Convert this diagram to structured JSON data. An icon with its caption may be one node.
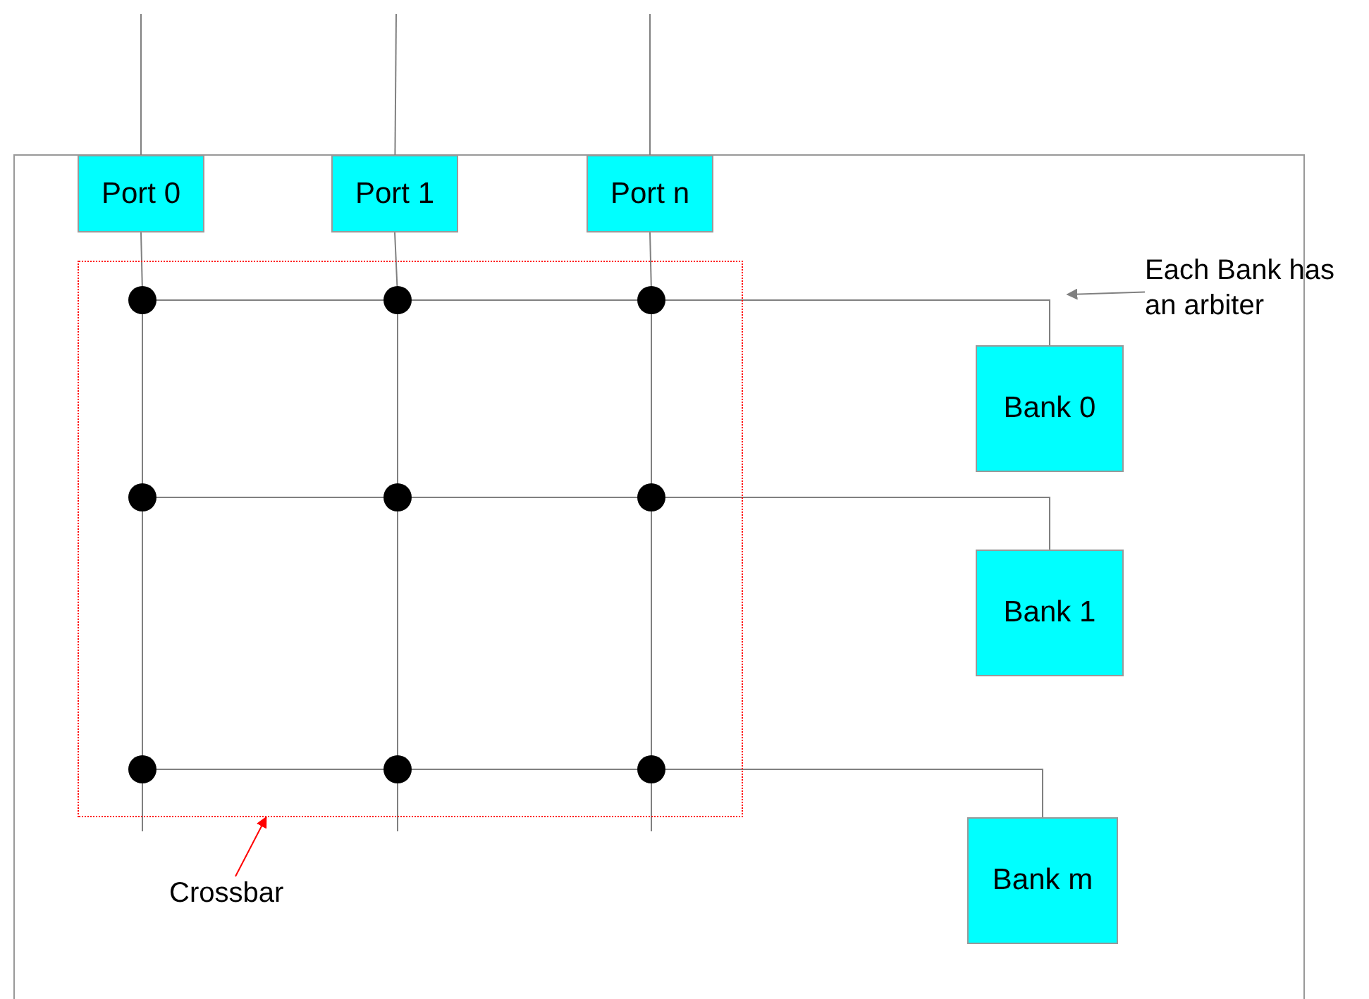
{
  "diagram": {
    "nodes": [
      {
        "text": [
          "Port 0"
        ]
      },
      {
        "text": [
          "Port 1"
        ]
      },
      {
        "text": [
          "Port n"
        ]
      },
      {
        "text": [],
        "shape": "box"
      },
      {
        "text": [],
        "shape": "circle",
        "in": 3
      },
      {
        "text": [],
        "shape": "circle",
        "in": 3
      },
      {
        "text": [],
        "shape": "circle",
        "in": 3
      },
      {
        "text": [],
        "shape": "circle",
        "in": 3
      },
      {
        "text": [],
        "shape": "circle",
        "in": 3
      },
      {
        "text": [],
        "shape": "circle",
        "in": 3
      },
      {
        "text": [],
        "shape": "circle",
        "in": 3
      },
      {
        "text": [],
        "shape": "circle",
        "in": 3
      },
      {
        "text": [],
        "shape": "circle",
        "in": 3
      },
      {
        "text": [
          "Bank 0"
        ]
      },
      {
        "text": [
          "Bank 1"
        ]
      },
      {
        "text": [
          "Bank m"
        ]
      },
      {
        "text": [
          "Crossbar"
        ]
      },
      {
        "text": [
          "Each Bank has an arbiter"
        ]
      }
    ],
    "edges": [
      {
        "from": null,
        "to": 0,
        "arrow": "none"
      },
      {
        "from": null,
        "to": 1,
        "arrow": "none"
      },
      {
        "from": null,
        "to": 2,
        "arrow": "none"
      },
      {
        "from": 0,
        "to": 4,
        "arrow": "none"
      },
      {
        "from": 1,
        "to": 5,
        "arrow": "none"
      },
      {
        "from": 2,
        "to": 6,
        "arrow": "none"
      },
      {
        "from": 4,
        "to": 7,
        "arrow": "none"
      },
      {
        "from": 5,
        "to": 8,
        "arrow": "none"
      },
      {
        "from": 6,
        "to": 9,
        "arrow": "none"
      },
      {
        "from": 7,
        "to": 10,
        "arrow": "none"
      },
      {
        "from": 8,
        "to": 11,
        "arrow": "none"
      },
      {
        "from": 9,
        "to": 12,
        "arrow": "none"
      },
      {
        "from": 10,
        "to": null,
        "arrow": "none"
      },
      {
        "from": 11,
        "to": null,
        "arrow": "none"
      },
      {
        "from": 12,
        "to": null,
        "arrow": "none"
      },
      {
        "from": 4,
        "to": 5,
        "arrow": "none"
      },
      {
        "from": 5,
        "to": 6,
        "arrow": "none"
      },
      {
        "from": 6,
        "to": 13,
        "arrow": "none"
      },
      {
        "from": 7,
        "to": 8,
        "arrow": "none"
      },
      {
        "from": 8,
        "to": 9,
        "arrow": "none"
      },
      {
        "from": 9,
        "to": 14,
        "arrow": "none"
      },
      {
        "from": 10,
        "to": 11,
        "arrow": "none"
      },
      {
        "from": 11,
        "to": 12,
        "arrow": "none"
      },
      {
        "from": 12,
        "to": 15,
        "arrow": "none"
      },
      {
        "from": 16,
        "to": 3,
        "arrow": "to",
        "color": "#ff0000"
      },
      {
        "from": 17,
        "to": null,
        "arrow": "to"
      }
    ]
  }
}
